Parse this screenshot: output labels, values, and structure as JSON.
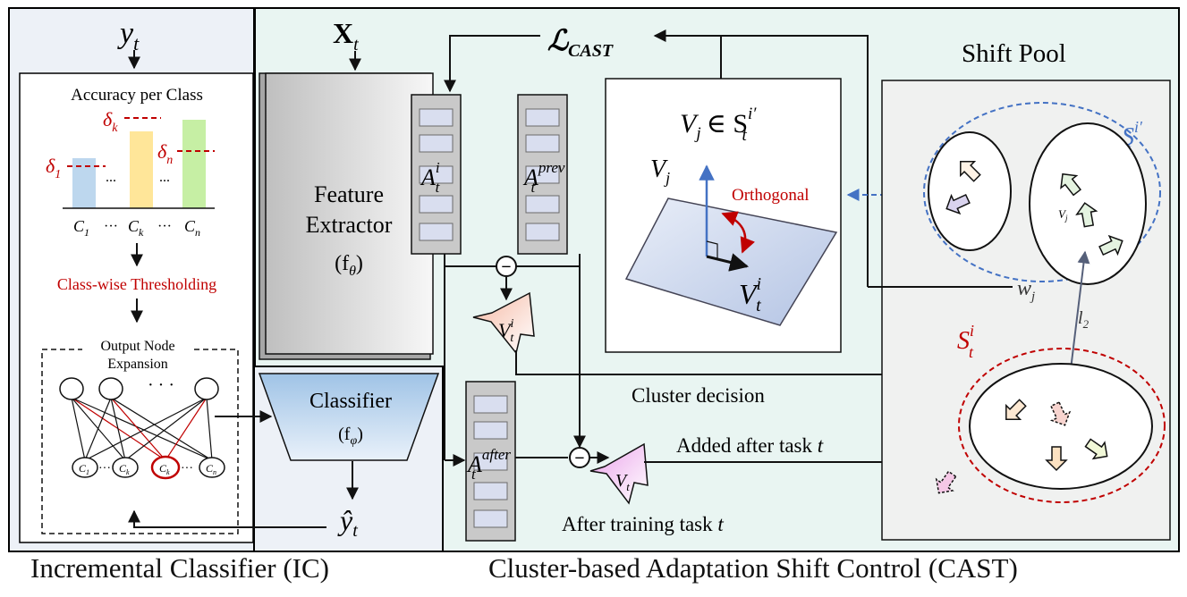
{
  "caption_left": "Incremental Classifier (IC)",
  "caption_right": "Cluster-based Adaptation Shift Control (CAST)",
  "ic": {
    "input_y_base": "y",
    "input_y_sub": "t",
    "accuracy_title": "Accuracy per Class",
    "delta_1": "δ",
    "delta_1_sub": "1",
    "delta_k": "δ",
    "delta_k_sub": "k",
    "delta_n": "δ",
    "delta_n_sub": "n",
    "bar_dots_1": "...",
    "bar_dots_2": "...",
    "class_c1": "C",
    "class_c1_sub": "1",
    "class_ck": "C",
    "class_ck_sub": "k",
    "class_cn": "C",
    "class_cn_sub": "n",
    "axis_dots_1": "···",
    "axis_dots_2": "···",
    "thresholding": "Class-wise Thresholding",
    "expansion_line1": "Output Node",
    "expansion_line2": "Expansion",
    "node_dots": "· · ·",
    "leaf_dots_1": "···",
    "leaf_dots_2": "···",
    "classifier": "Classifier",
    "classifier_param": "(f",
    "classifier_param_sub": "φ",
    "classifier_param_close": ")",
    "output_y_base": "ŷ",
    "output_y_sub": "t"
  },
  "cast": {
    "input_x_base": "X",
    "input_x_sub": "t",
    "loss_base": "ℒ",
    "loss_sub": "CAST",
    "feature_line1": "Feature",
    "feature_line2": "Extractor",
    "feature_param": "(f",
    "feature_param_sub": "θ",
    "feature_param_close": ")",
    "a_cur_base": "A",
    "a_cur_sub": "t",
    "a_cur_sup": "i",
    "a_prev_base": "A",
    "a_prev_sub": "t",
    "a_prev_sup": "prev",
    "a_after_base": "A",
    "a_after_sub": "t",
    "a_after_sup": "after",
    "minus": "−",
    "v_shift_base": "V",
    "v_shift_sub": "t",
    "v_shift_sup": "i",
    "v_final_base": "V",
    "v_final_sub": "t",
    "vj_in_base": "V",
    "vj_in_sub": "j",
    "vj_in_rel": "∈ S",
    "vj_in_sub2": "t",
    "vj_in_sup2": "i′",
    "vj_axis_base": "V",
    "vj_axis_sub": "j",
    "orthogonal": "Orthogonal",
    "vti_axis_base": "V",
    "vti_axis_sub": "t",
    "vti_axis_sup": "i",
    "cluster_decision": "Cluster decision",
    "added_after": "Added after task ",
    "added_after_t": "t",
    "after_training": "After training task ",
    "after_training_t": "t",
    "shift_pool": "Shift Pool",
    "s_top_base": "S",
    "s_top_sub": "t",
    "s_top_sup": "i′",
    "s_bot_base": "S",
    "s_bot_sub": "t",
    "s_bot_sup": "i",
    "vj_small_base": "V",
    "vj_small_sub": "j",
    "wj_base": "w",
    "wj_sub": "j",
    "l2_base": "l",
    "l2_sub": "2"
  },
  "colors": {
    "ic_panel_bg": "#edf1f7",
    "cast_panel_bg": "#e9f5f2",
    "pool_bg": "#f0f1f0",
    "red_text": "#c00000",
    "blue_dash": "#4472c4",
    "red_dash": "#c00000",
    "bar_c1": "#bdd7ee",
    "bar_ck": "#ffe699",
    "bar_cn": "#c6efa4"
  }
}
